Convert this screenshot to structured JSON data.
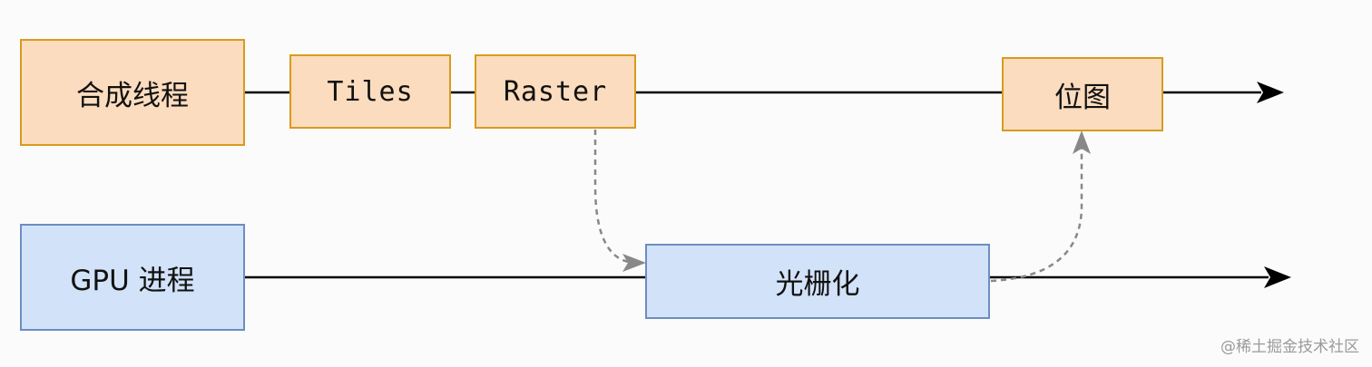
{
  "nodes": {
    "compositor_thread": "合成线程",
    "tiles": "Tiles",
    "raster": "Raster",
    "bitmap": "位图",
    "gpu_process": "GPU 进程",
    "rasterization": "光栅化"
  },
  "watermark": "@稀土掘金技术社区",
  "colors": {
    "orange_fill": "#fbdcbe",
    "orange_border": "#d79b1f",
    "blue_fill": "#d2e2f8",
    "blue_border": "#6c8ebf",
    "line": "#000000",
    "dashed": "#888888"
  }
}
